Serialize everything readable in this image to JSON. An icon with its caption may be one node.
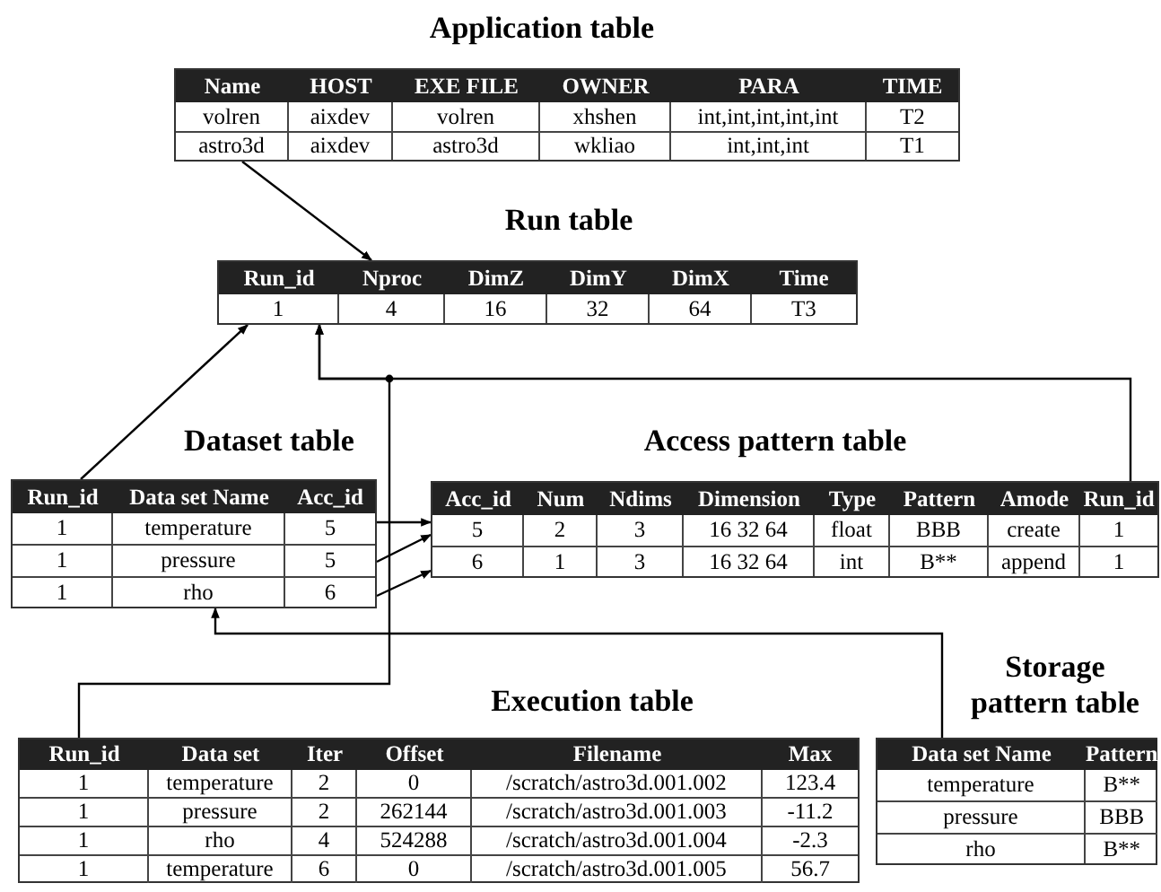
{
  "diagram": {
    "nodes": [
      {
        "text": [
          "Application table",
          "Name",
          "HOST",
          "EXE FILE",
          "OWNER",
          "PARA",
          "TIME",
          "volren",
          "aixdev",
          "volren",
          "xhshen",
          "int,int,int,int,int",
          "T2",
          "astro3d",
          "aixdev",
          "astro3d",
          "wkliao",
          "int,int,int",
          "T1"
        ]
      },
      {
        "text": [
          "Run table",
          "Run_id",
          "Nproc",
          "DimZ",
          "DimY",
          "DimX",
          "Time",
          "1",
          "4",
          "16",
          "32",
          "64",
          "T3"
        ]
      },
      {
        "text": [
          "Dataset table",
          "Run_id",
          "Data set Name",
          "Acc_id",
          "1",
          "temperature",
          "5",
          "1",
          "pressure",
          "5",
          "1",
          "rho",
          "6"
        ]
      },
      {
        "text": [
          "Access pattern table",
          "Acc_id",
          "Num",
          "Ndims",
          "Dimension",
          "Type",
          "Pattern",
          "Amode",
          "Run_id",
          "5",
          "2",
          "3",
          "16 32 64",
          "float",
          "BBB",
          "create",
          "1",
          "6",
          "1",
          "3",
          "16 32 64",
          "int",
          "B**",
          "append",
          "1"
        ]
      },
      {
        "text": [
          "Execution table",
          "Run_id",
          "Data set",
          "Iter",
          "Offset",
          "Filename",
          "Max",
          "1",
          "temperature",
          "2",
          "0",
          "/scratch/astro3d.001.002",
          "123.4",
          "1",
          "pressure",
          "2",
          "262144",
          "/scratch/astro3d.001.003",
          "-11.2",
          "1",
          "rho",
          "4",
          "524288",
          "/scratch/astro3d.001.004",
          "-2.3",
          "1",
          "temperature",
          "6",
          "0",
          "/scratch/astro3d.001.005",
          "56.7"
        ]
      },
      {
        "text": [
          "Storage pattern table",
          "Data set Name",
          "Pattern",
          "temperature",
          "B**",
          "pressure",
          "BBB",
          "rho",
          "B**"
        ]
      }
    ],
    "edges": [
      {
        "from": 0,
        "to": 1,
        "arrow": "to"
      },
      {
        "from": 2,
        "to": 1,
        "arrow": "to"
      },
      {
        "from": 3,
        "to": 1,
        "arrow": "to"
      },
      {
        "from": 4,
        "to": 1,
        "arrow": "to"
      },
      {
        "from": 5,
        "to": 2,
        "arrow": "to"
      },
      {
        "from": 2,
        "to": 3,
        "arrow": "to"
      },
      {
        "from": 2,
        "to": 3,
        "arrow": "to"
      },
      {
        "from": 2,
        "to": 3,
        "arrow": "to"
      }
    ]
  }
}
